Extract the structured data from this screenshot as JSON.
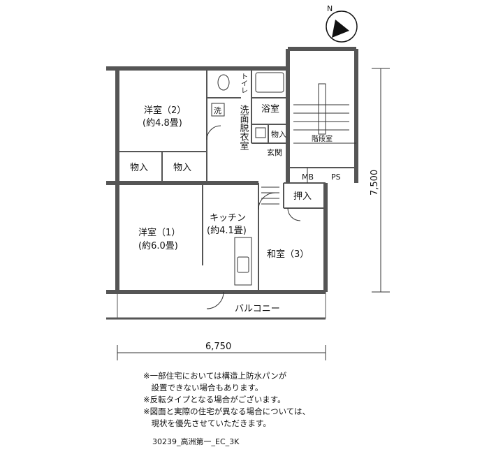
{
  "compass": {
    "label": "N"
  },
  "rooms": {
    "western2": {
      "name": "洋室（2）",
      "size": "(約4.8畳)"
    },
    "western1": {
      "name": "洋室（1）",
      "size": "(約6.0畳)"
    },
    "kitchen": {
      "name": "キッチン",
      "size": "(約4.1畳)"
    },
    "japanese3": {
      "name": "和室（3）"
    },
    "storage_a": {
      "name": "物入"
    },
    "storage_b": {
      "name": "物入"
    },
    "storage_c": {
      "name": "物入"
    },
    "oshiire": {
      "name": "押入"
    },
    "toilet": {
      "name": "トイレ"
    },
    "washroom": {
      "name": "洗面脱衣室"
    },
    "washer": {
      "name": "洗"
    },
    "bath": {
      "name": "浴室"
    },
    "entrance": {
      "name": "玄関"
    },
    "stairwell": {
      "name": "階段室"
    },
    "mb": {
      "name": "MB"
    },
    "ps": {
      "name": "PS"
    },
    "balcony": {
      "name": "バルコニー"
    }
  },
  "dimensions": {
    "width": "6,750",
    "depth": "7,500"
  },
  "notes": [
    "※一部住宅においては構造上防水パンが",
    "　設置できない場合もあります。",
    "※反転タイプとなる場合がございます。",
    "※図面と実際の住宅が異なる場合については、",
    "　現状を優先させていただきます。"
  ],
  "plan_code": "30239_高洲第一_EC_3K"
}
